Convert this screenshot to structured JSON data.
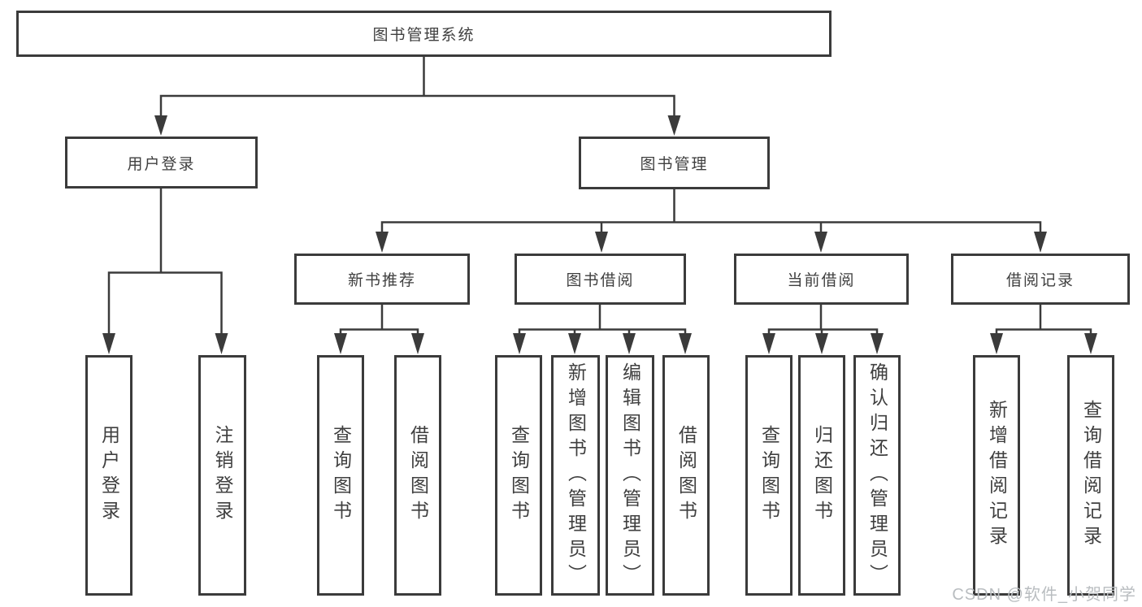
{
  "diagram": {
    "root": {
      "label": "图书管理系统"
    },
    "login_branch": {
      "label": "用户登录",
      "leaves": [
        {
          "label": "用户登录"
        },
        {
          "label": "注销登录"
        }
      ]
    },
    "mgmt_branch": {
      "label": "图书管理",
      "groups": [
        {
          "label": "新书推荐",
          "leaves": [
            {
              "label": "查询图书"
            },
            {
              "label": "借阅图书"
            }
          ]
        },
        {
          "label": "图书借阅",
          "leaves": [
            {
              "label": "查询图书"
            },
            {
              "label": "新增图书（管理员）"
            },
            {
              "label": "编辑图书（管理员）"
            },
            {
              "label": "借阅图书"
            }
          ]
        },
        {
          "label": "当前借阅",
          "leaves": [
            {
              "label": "查询图书"
            },
            {
              "label": "归还图书"
            },
            {
              "label": "确认归还（管理员）"
            }
          ]
        },
        {
          "label": "借阅记录",
          "leaves": [
            {
              "label": "新增借阅记录"
            },
            {
              "label": "查询借阅记录"
            }
          ]
        }
      ]
    }
  },
  "watermark": {
    "text": "CSDN @软件_小贺同学"
  },
  "colors": {
    "line": "#3b3b3b",
    "text": "#3f3f3f",
    "box_fill": "#ffffff",
    "background": "#ffffff",
    "watermark": "#b9bdc0"
  }
}
